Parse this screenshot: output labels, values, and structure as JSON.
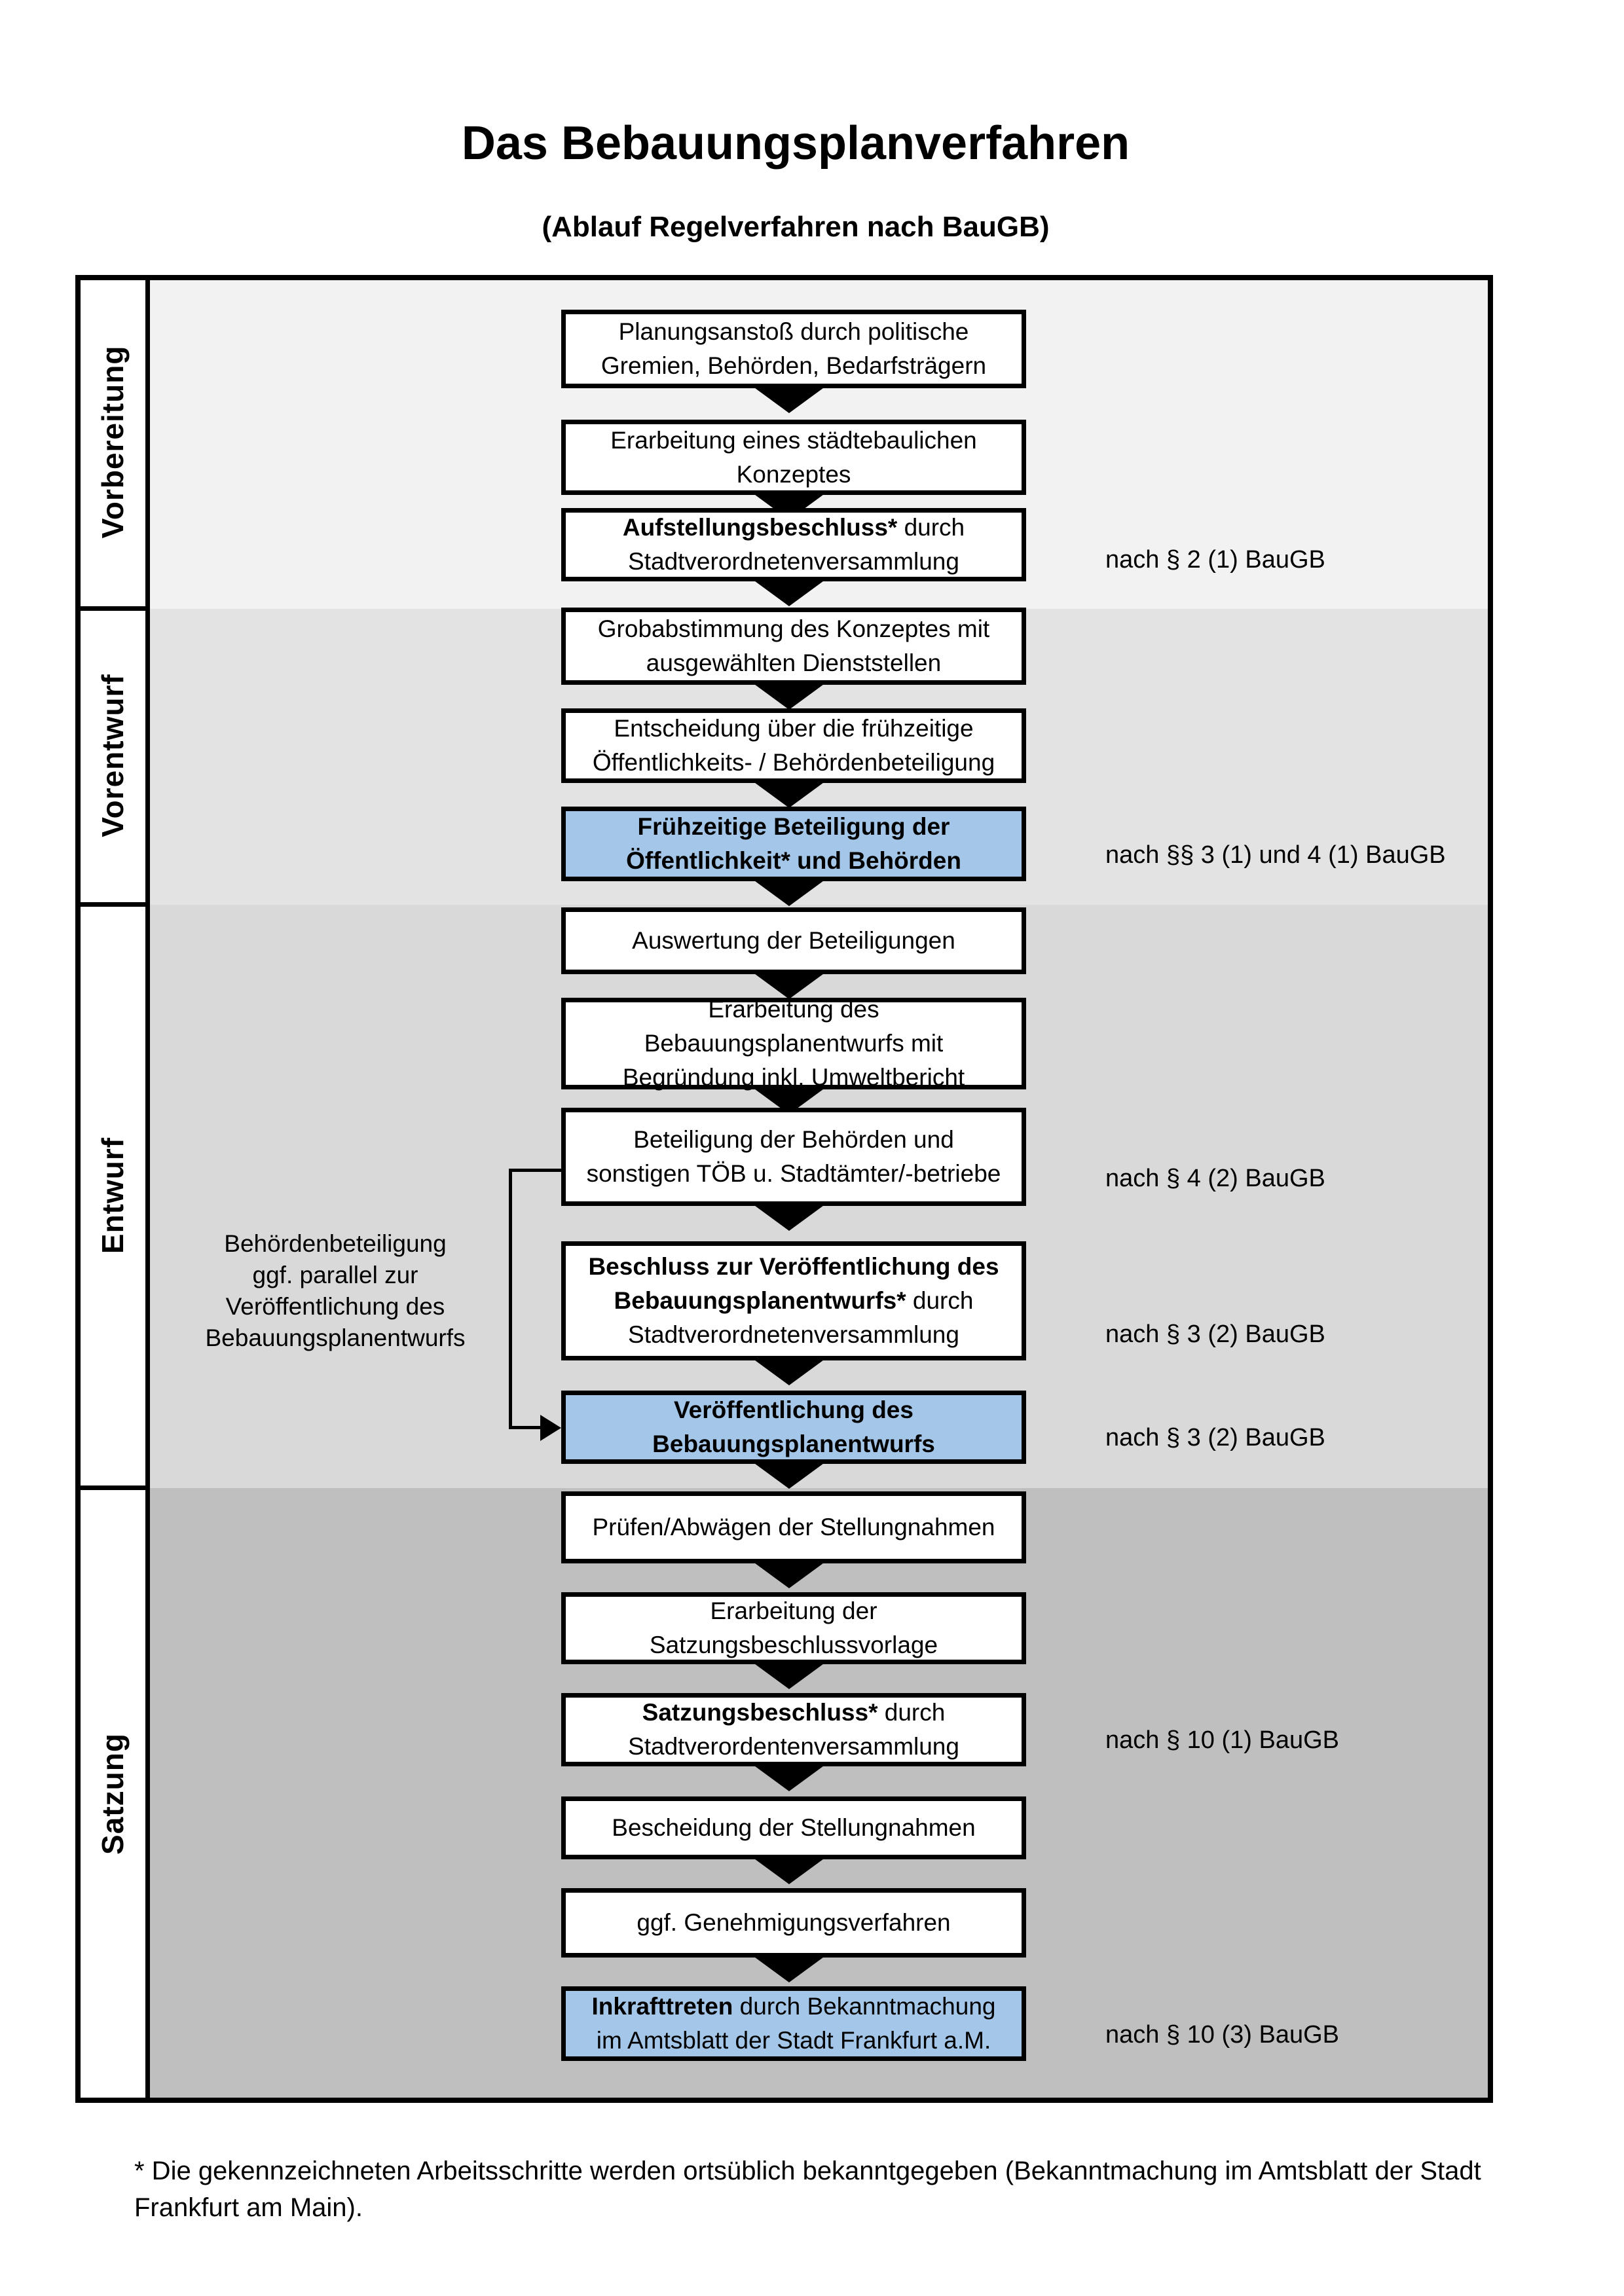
{
  "page": {
    "title": "Das Bebauungsplanverfahren",
    "subtitle": "(Ablauf Regelverfahren nach BauGB)"
  },
  "phases": [
    {
      "label": "Vorbereitung"
    },
    {
      "label": "Vorentwurf"
    },
    {
      "label": "Entwurf"
    },
    {
      "label": "Satzung"
    }
  ],
  "steps": {
    "s1": {
      "l1": "Planungsanstoß durch politische",
      "l2": "Gremien, Behörden, Bedarfsträgern"
    },
    "s2": {
      "l1": "Erarbeitung eines städtebaulichen",
      "l2": "Konzeptes"
    },
    "s3": {
      "l1b": "Aufstellungsbeschluss*",
      "l1r": " durch",
      "l2": "Stadtverordnetenversammlung"
    },
    "s4": {
      "l1": "Grobabstimmung des Konzeptes mit",
      "l2": "ausgewählten Dienststellen"
    },
    "s5": {
      "l1": "Entscheidung über die frühzeitige",
      "l2": "Öffentlichkeits- / Behördenbeteiligung"
    },
    "s6": {
      "l1": "Frühzeitige Beteiligung der",
      "l2": "Öffentlichkeit* und Behörden"
    },
    "s7": {
      "l1": "Auswertung der Beteiligungen"
    },
    "s8": {
      "l1": "Erarbeitung des",
      "l2": "Bebauungsplanentwurfs mit",
      "l3": "Begründung inkl. Umweltbericht"
    },
    "s9": {
      "l1": "Beteiligung der Behörden und",
      "l2": "sonstigen TÖB u. Stadtämter/-betriebe"
    },
    "s10": {
      "l1": "Beschluss zur Veröffentlichung des",
      "l2b": "Bebauungsplanentwurfs*",
      "l2r": " durch",
      "l3": "Stadtverordnetenversammlung"
    },
    "s11": {
      "l1": "Veröffentlichung des",
      "l2": "Bebauungsplanentwurfs"
    },
    "s12": {
      "l1": "Prüfen/Abwägen der Stellungnahmen"
    },
    "s13": {
      "l1": "Erarbeitung der",
      "l2": "Satzungsbeschlussvorlage"
    },
    "s14": {
      "l1b": "Satzungsbeschluss*",
      "l1r": " durch",
      "l2": "Stadtverordentenversammlung"
    },
    "s15": {
      "l1": "Bescheidung der Stellungnahmen"
    },
    "s16": {
      "l1": "ggf. Genehmigungsverfahren"
    },
    "s17": {
      "l1b": "Inkrafttreten",
      "l1r": " durch Bekanntmachung",
      "l2": "im Amtsblatt der Stadt Frankfurt a.M."
    }
  },
  "annotations": {
    "a3": "nach § 2 (1) BauGB",
    "a6": "nach §§ 3 (1) und 4 (1) BauGB",
    "a9": "nach § 4 (2) BauGB",
    "a10": "nach § 3 (2) BauGB",
    "a11": "nach § 3 (2) BauGB",
    "a14": "nach § 10 (1) BauGB",
    "a17": "nach § 10 (3) BauGB"
  },
  "side_note": {
    "l1": "Behördenbeteiligung",
    "l2": "ggf. parallel zur",
    "l3": "Veröffentlichung des",
    "l4": "Bebauungsplanentwurfs"
  },
  "footnote": {
    "l1": "* Die gekennzeichneten Arbeitsschritte werden ortsüblich bekanntgegeben (Bekanntmachung im Amtsblatt  der Stadt",
    "l2": "Frankfurt am Main)."
  },
  "colors": {
    "highlight": "#a4c6e8",
    "band1": "#f2f2f2",
    "band2": "#e3e3e3",
    "band3": "#d9d9d9",
    "band4": "#bfbfbf",
    "line": "#000000"
  }
}
